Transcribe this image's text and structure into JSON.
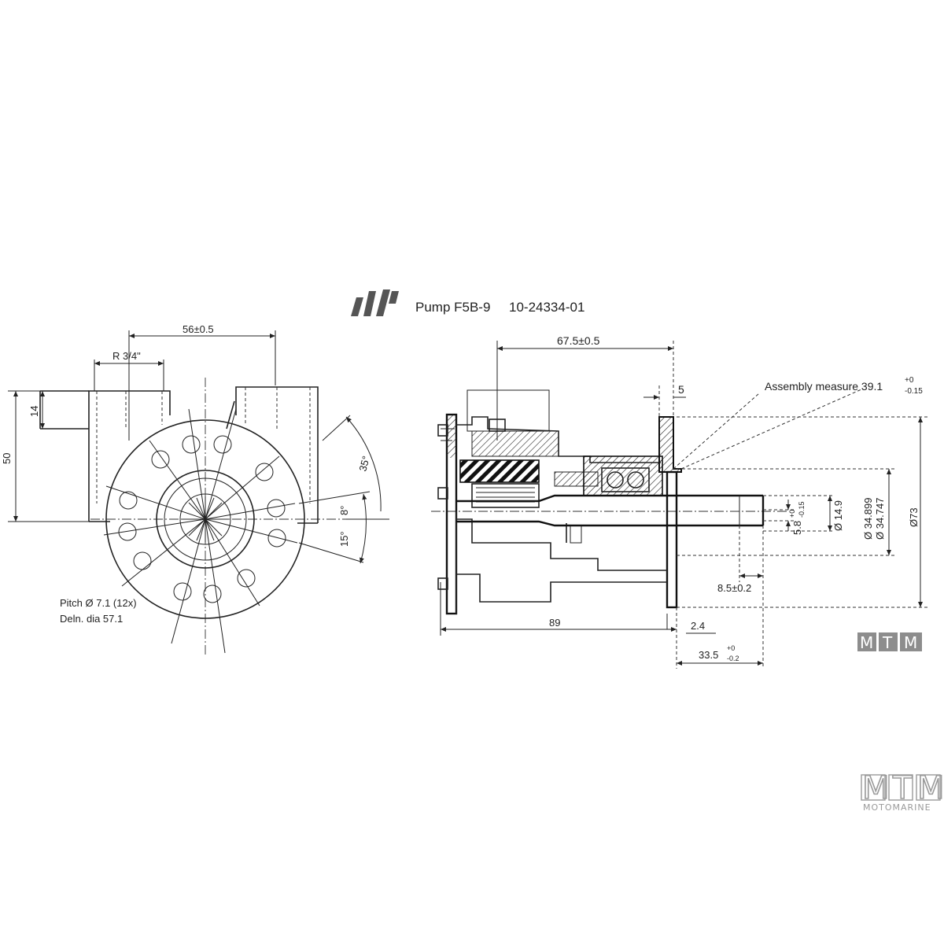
{
  "title": {
    "product": "Pump F5B-9",
    "part_number": "10-24334-01"
  },
  "front_view": {
    "dim_width": "56±0.5",
    "dim_thread": "R 3/4\"",
    "dim_height": "50",
    "dim_port": "14",
    "angle_1": "35°",
    "angle_2": "8°",
    "angle_3": "15°",
    "pitch_label": "Pitch Ø 7.1 (12x)",
    "deln_label": "Deln. dia 57.1"
  },
  "side_view": {
    "dim_top": "67.5±0.5",
    "dim_flange": "5",
    "assembly_label": "Assembly measure 39.1",
    "assembly_tol_upper": "+0",
    "assembly_tol_lower": "-0.15",
    "dim_key": "5.8",
    "dim_key_tol_upper": "+0",
    "dim_key_tol_lower": "-0.15",
    "dim_shaft": "Ø 14.9",
    "dim_bore_1": "Ø 34.899",
    "dim_bore_2": "Ø 34.747",
    "dim_outer": "Ø73",
    "dim_key_offset": "8.5±0.2",
    "dim_length": "89",
    "dim_gap": "2.4",
    "dim_shaft_len": "33.5",
    "dim_shaft_tol_upper": "+0",
    "dim_shaft_tol_lower": "-0.2"
  },
  "badge": {
    "letters": [
      "M",
      "T",
      "M"
    ]
  },
  "brand": {
    "letters": [
      "M",
      "T",
      "M"
    ],
    "subtitle": "MOTOMARINE"
  },
  "logo_icon": "brand-stripes-logo",
  "colors": {
    "line": "#222222",
    "badge": "#8d8d8d",
    "brand": "#9a9a9a"
  }
}
